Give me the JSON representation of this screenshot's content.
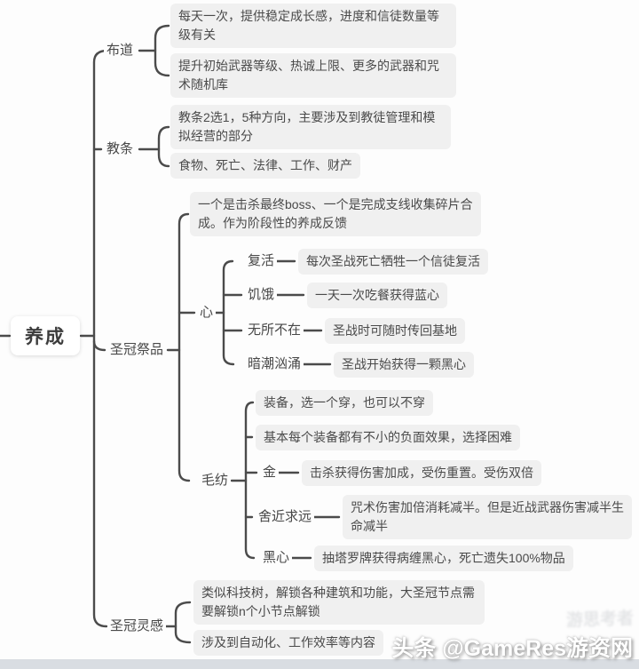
{
  "root": {
    "label": "养成"
  },
  "branches": [
    {
      "label": "布道",
      "leaves": [
        "每天一次，提供稳定成长感，进度和信徒数量等级有关",
        "提升初始武器等级、热诚上限、更多的武器和咒术随机库"
      ]
    },
    {
      "label": "教条",
      "leaves": [
        "教条2选1，5种方向，主要涉及到教徒管理和模拟经营的部分",
        "食物、死亡、法律、工作、财产"
      ]
    },
    {
      "label": "圣冠祭品",
      "intro": "一个是击杀最终boss、一个是完成支线收集碎片合成。作为阶段性的养成反馈",
      "groups": [
        {
          "label": "心",
          "items": [
            {
              "label": "复活",
              "text": "每次圣战死亡牺牲一个信徒复活"
            },
            {
              "label": "饥饿",
              "text": "一天一次吃餐获得蓝心"
            },
            {
              "label": "无所不在",
              "text": "圣战时可随时传回基地"
            },
            {
              "label": "暗潮汹涌",
              "text": "圣战开始获得一颗黑心"
            }
          ]
        },
        {
          "label": "毛纺",
          "notes": [
            "装备，选一个穿，也可以不穿",
            "基本每个装备都有不小的负面效果，选择困难"
          ],
          "items": [
            {
              "label": "金",
              "text": "击杀获得伤害加成，受伤重置。受伤双倍"
            },
            {
              "label": "舍近求远",
              "text": "咒术伤害加倍消耗减半。但是近战武器伤害减半生命减半"
            },
            {
              "label": "黑心",
              "text": "抽塔罗牌获得病缠黑心，死亡遗失100%物品"
            }
          ]
        }
      ]
    },
    {
      "label": "圣冠灵感",
      "leaves": [
        "类似科技树，解锁各种建筑和功能，大圣冠节点需要解锁n个小节点解锁",
        "涉及到自动化、工作效率等内容"
      ]
    }
  ],
  "watermark": {
    "main": "头条 @GameRes游资网",
    "faint": "游思考者"
  },
  "colors": {
    "line": "#4b4b4b",
    "leaf_bg": "#f0f0f0",
    "text": "#4a4a4a",
    "bottom_strip": "#d9dde2",
    "background": "#fdfdfd"
  }
}
